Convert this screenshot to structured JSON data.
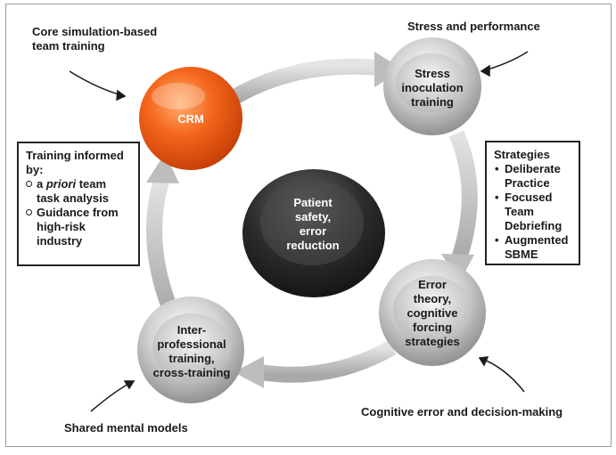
{
  "nodes": {
    "crm": "CRM",
    "stress": [
      "Stress",
      "inoculation",
      "training"
    ],
    "error": [
      "Error",
      "theory,",
      "cognitive",
      "forcing",
      "strategies"
    ],
    "inter": [
      "Inter-",
      "professional",
      "training,",
      "cross-training"
    ],
    "center": [
      "Patient",
      "safety,",
      "error",
      "reduction"
    ]
  },
  "labels": {
    "core": [
      "Core simulation-based",
      "team training"
    ],
    "stress_perf": "Stress and performance",
    "cognitive": "Cognitive error and decision-making",
    "shared": "Shared mental models"
  },
  "left_box": {
    "heading": [
      "Training informed",
      "by:"
    ],
    "items": [
      {
        "pre": "a ",
        "em": "priori",
        "post": " team task analysis"
      },
      {
        "pre": "Guidance from high-risk industry",
        "em": "",
        "post": ""
      }
    ]
  },
  "right_box": {
    "heading": "Strategies",
    "items": [
      "Deliberate Practice",
      "Focused Team Debriefing",
      "Augmented SBME"
    ]
  },
  "colors": {
    "crm": "#f05a14",
    "center": "#2a2a2a",
    "silver": "#b8b8b8",
    "arrow": "#c4c4c4"
  }
}
